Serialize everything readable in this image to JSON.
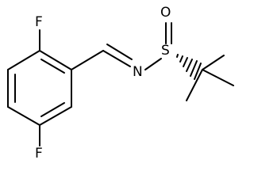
{
  "molecule": {
    "atoms": {
      "fluorine_top": "F",
      "fluorine_bottom": "F",
      "nitrogen": "N",
      "sulfur": "S",
      "oxygen": "O"
    },
    "colors": {
      "bond": "#000000",
      "text": "#000000",
      "background": "#ffffff"
    }
  }
}
